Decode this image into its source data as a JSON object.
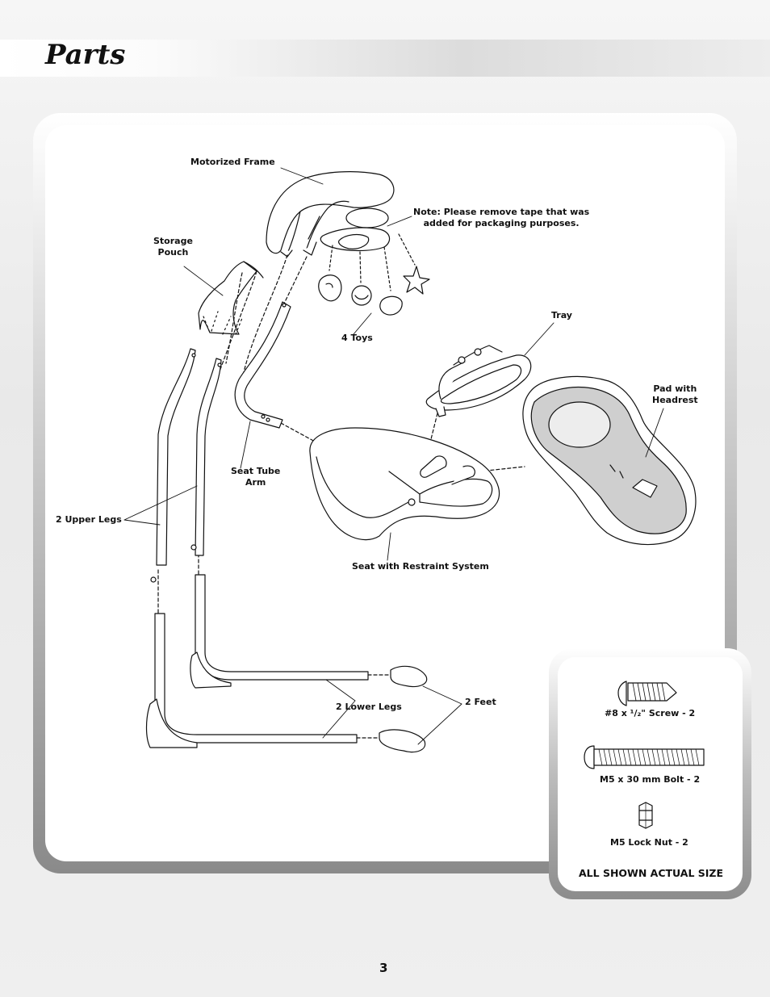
{
  "page": {
    "title": "Parts",
    "number": "3"
  },
  "labels": {
    "motorized_frame": "Motorized Frame",
    "storage_pouch": "Storage\nPouch",
    "note": "Note: Please remove tape that was\nadded for packaging purposes.",
    "toys": "4 Toys",
    "tray": "Tray",
    "pad": "Pad with\nHeadrest",
    "seat_tube_arm": "Seat Tube\nArm",
    "upper_legs": "2 Upper Legs",
    "seat": "Seat with Restraint System",
    "lower_legs": "2 Lower Legs",
    "feet": "2 Feet"
  },
  "hardware": {
    "screw": "#8 x ¹/₂\" Screw - 2",
    "bolt": "M5 x 30 mm Bolt - 2",
    "nut": "M5 Lock Nut - 2",
    "footer": "ALL SHOWN ACTUAL SIZE"
  }
}
